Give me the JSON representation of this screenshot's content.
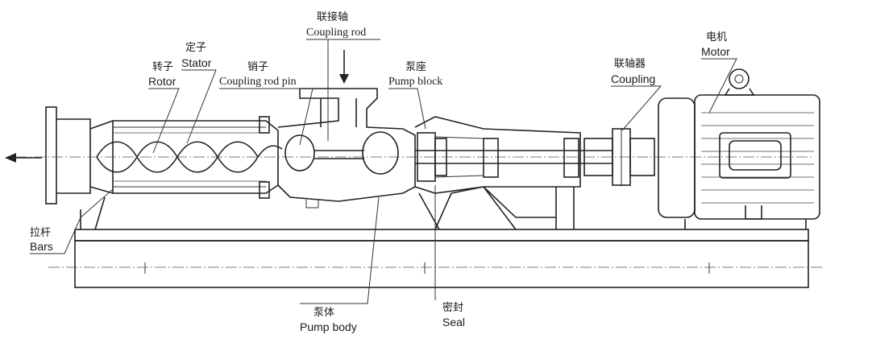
{
  "labels": {
    "coupling_rod": {
      "cn": "联接轴",
      "en": "Coupling rod"
    },
    "stator": {
      "cn": "定子",
      "en": "Stator"
    },
    "rotor": {
      "cn": "转子",
      "en": "Rotor"
    },
    "pin": {
      "cn": "销子",
      "en": "Coupling rod pin"
    },
    "pump_block": {
      "cn": "泵座",
      "en": "Pump block"
    },
    "coupling": {
      "cn": "联轴器",
      "en": "Coupling"
    },
    "motor": {
      "cn": "电机",
      "en": "Motor"
    },
    "bars": {
      "cn": "拉杆",
      "en": "Bars"
    },
    "pump_body": {
      "cn": "泵体",
      "en": "Pump body"
    },
    "seal": {
      "cn": "密封",
      "en": "Seal"
    }
  },
  "colors": {
    "line": "#222222",
    "background": "#ffffff"
  },
  "icons": {
    "inlet": "arrow-down-icon",
    "outlet": "arrow-left-icon"
  }
}
